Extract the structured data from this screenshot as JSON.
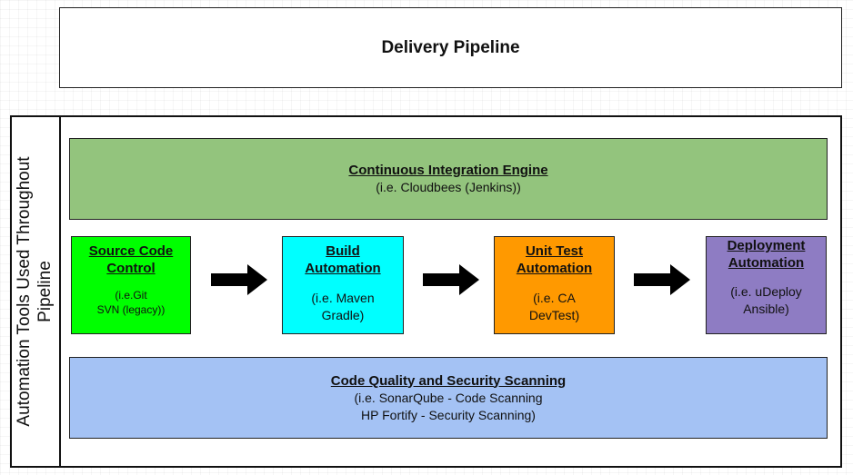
{
  "title": "Delivery Pipeline",
  "sidebar_label": [
    "Automation Tools Used Throughout",
    "Pipeline"
  ],
  "ci_engine": {
    "title": "Continuous Integration Engine",
    "subtitle": "(i.e. Cloudbees (Jenkins))"
  },
  "stages": [
    {
      "title": [
        "Source Code",
        "Control"
      ],
      "subtitle": [
        "(i.e.Git",
        "SVN (legacy))"
      ],
      "color": "#00ff00"
    },
    {
      "title": [
        "Build",
        "Automation"
      ],
      "subtitle": [
        "(i.e. Maven",
        "Gradle)"
      ],
      "color": "#00ffff"
    },
    {
      "title": [
        "Unit Test",
        "Automation"
      ],
      "subtitle": [
        "(i.e. CA",
        "DevTest)"
      ],
      "color": "#ff9900"
    },
    {
      "title": [
        "Deployment",
        "Automation"
      ],
      "subtitle": [
        "(i.e. uDeploy",
        "Ansible)"
      ],
      "color": "#8e7cc3"
    }
  ],
  "code_quality": {
    "title": "Code Quality and Security Scanning",
    "line1": "(i.e. SonarQube - Code Scanning",
    "line2": "HP Fortify - Security Scanning)"
  },
  "colors": {
    "ci_band": "#93c47d",
    "code_quality_band": "#a4c2f4",
    "arrow": "#000000"
  },
  "icons": [
    "right-arrow-icon",
    "right-arrow-icon",
    "right-arrow-icon"
  ]
}
